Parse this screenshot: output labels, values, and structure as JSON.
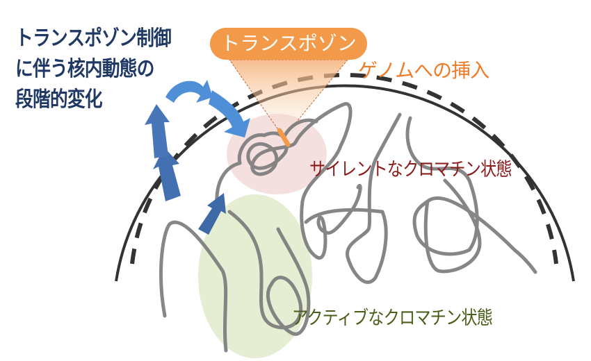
{
  "title": "トランスポゾン制御\nに伴う核内動態の\n段階的変化",
  "transposon_label": "トランスポゾン",
  "insertion_label": "ゲノムへの挿入",
  "silent_label": "サイレントなクロマチン状態",
  "active_label": "アクティブなクロマチン状態",
  "colors": {
    "title": "#1f3864",
    "transposon": "#f39a4a",
    "insertion": "#f07c2a",
    "silent": "#8b1a1a",
    "active": "#4a5e1a",
    "arrow_light": "#4f8fd8",
    "arrow_dark": "#3f6aa8",
    "chromatin": "#808080"
  }
}
